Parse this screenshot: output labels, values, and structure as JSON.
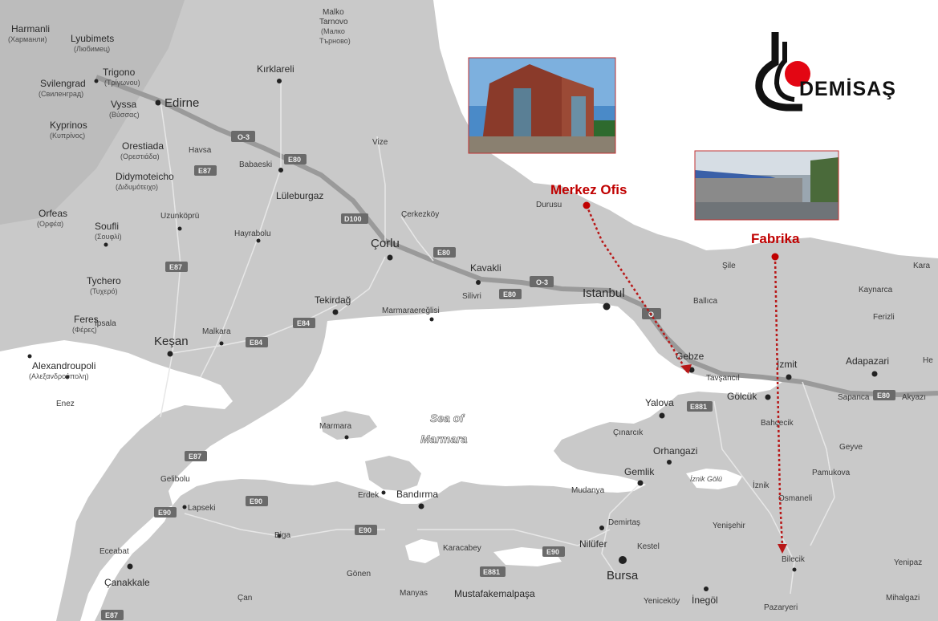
{
  "brand": {
    "name": "DEMİSAŞ",
    "accent": "#e30613"
  },
  "callouts": {
    "hq": "Merkez Ofis",
    "factory": "Fabrika"
  },
  "seas": {
    "marmara_line1": "Sea of",
    "marmara_line2": "Marmara"
  },
  "places": {
    "harmanli": "Harmanli",
    "harmanli_cy": "(Харманли)",
    "lyubimets": "Lyubimets",
    "lyubimets_cy": "(Любимец)",
    "svilengrad": "Svilengrad",
    "svilengrad_cy": "(Свиленград)",
    "trigono": "Trigono",
    "trigono_gr": "(Τρίγωνου)",
    "vyssa": "Vyssa",
    "vyssa_gr": "(Βύσσας)",
    "kyprinos": "Kyprinos",
    "kyprinos_gr": "(Κυπρίνος)",
    "orestiada": "Orestiada",
    "orestiada_gr": "(Ορεστιάδα)",
    "didymoteicho": "Didymoteicho",
    "didymoteicho_gr": "(Διδυμότειχο)",
    "orfeas": "Orfeas",
    "orfeas_gr": "(Ορφέα)",
    "soufli": "Soufli",
    "soufli_gr": "(Σουφλί)",
    "tychero": "Tychero",
    "tychero_gr": "(Τυχερό)",
    "feres": "Feres",
    "feres_gr": "(Φέρες)",
    "alexandroupoli": "Alexandroupoli",
    "alexandroupoli_gr": "(Αλεξανδρούπολη)",
    "malko": "Malko",
    "tarnovo": "Tarnovo",
    "malko_cy": "(Малко",
    "tarnovo_cy": "Търново)",
    "edirne": "Edirne",
    "kirklareli": "Kırklareli",
    "havsa": "Havsa",
    "babaeski": "Babaeski",
    "luleburgaz": "Lüleburgaz",
    "uzunkopru": "Uzunköprü",
    "hayrabolu": "Hayrabolu",
    "corlu": "Çorlu",
    "vize": "Vize",
    "cerkezkoy": "Çerkezköy",
    "durusu": "Durusu",
    "kavakli": "Kavakli",
    "silivri": "Silivri",
    "istanbul": "Istanbul",
    "tekirdag": "Tekirdağ",
    "marmaraereglisi": "Marmaraereğlisi",
    "ipsala": "İpsala",
    "kesan": "Keşan",
    "malkara": "Malkara",
    "enez": "Enez",
    "sile": "Şile",
    "ballica": "Ballıca",
    "kaynarca": "Kaynarca",
    "ferizli": "Ferizli",
    "gebze": "Gebze",
    "tavsancil": "Tavşancıl",
    "izmit": "İzmit",
    "adapazari": "Adapazari",
    "sapanca": "Sapanca",
    "akyazi": "Akyazı",
    "golcuk": "Gölcük",
    "yalova": "Yalova",
    "bahcecik": "Bahçecik",
    "cinarcik": "Çınarcık",
    "orhangazi": "Orhangazi",
    "geyve": "Geyve",
    "pamukova": "Pamukova",
    "gemlik": "Gemlik",
    "iznik_golu": "İznik Gölü",
    "iznik": "İznik",
    "osmaneli": "Osmaneli",
    "marmara": "Marmara",
    "mudanya": "Mudanya",
    "erdek": "Erdek",
    "bandirma": "Bandırma",
    "gelibolu": "Gelibolu",
    "lapseki": "Lapseki",
    "biga": "Biga",
    "eceabat": "Eceabat",
    "canakkale": "Çanakkale",
    "demirtas": "Demirtaş",
    "yenisehir": "Yenişehir",
    "nilufer": "Nilüfer",
    "kestel": "Kestel",
    "karacabey": "Karacabey",
    "bursa": "Bursa",
    "bilecik": "Bilecik",
    "gonen": "Gönen",
    "can": "Çan",
    "manyas": "Manyas",
    "mustafakemalpasa": "Mustafakemalpaşa",
    "yenicekoy": "Yeniceköy",
    "inegol": "İnegöl",
    "pazaryeri": "Pazaryeri",
    "yenipazar": "Yenipaz",
    "mihalgazi": "Mihalgazi",
    "kara": "Kara",
    "he": "He"
  },
  "roads": {
    "o3": "O-3",
    "e80": "E80",
    "e87": "E87",
    "e84": "E84",
    "d100": "D100",
    "e90": "E90",
    "e881": "E881",
    "o": "O"
  },
  "colors": {
    "land": "#c8c8c8",
    "water": "#ffffff",
    "route": "#b81818",
    "marker": "#c00000"
  }
}
